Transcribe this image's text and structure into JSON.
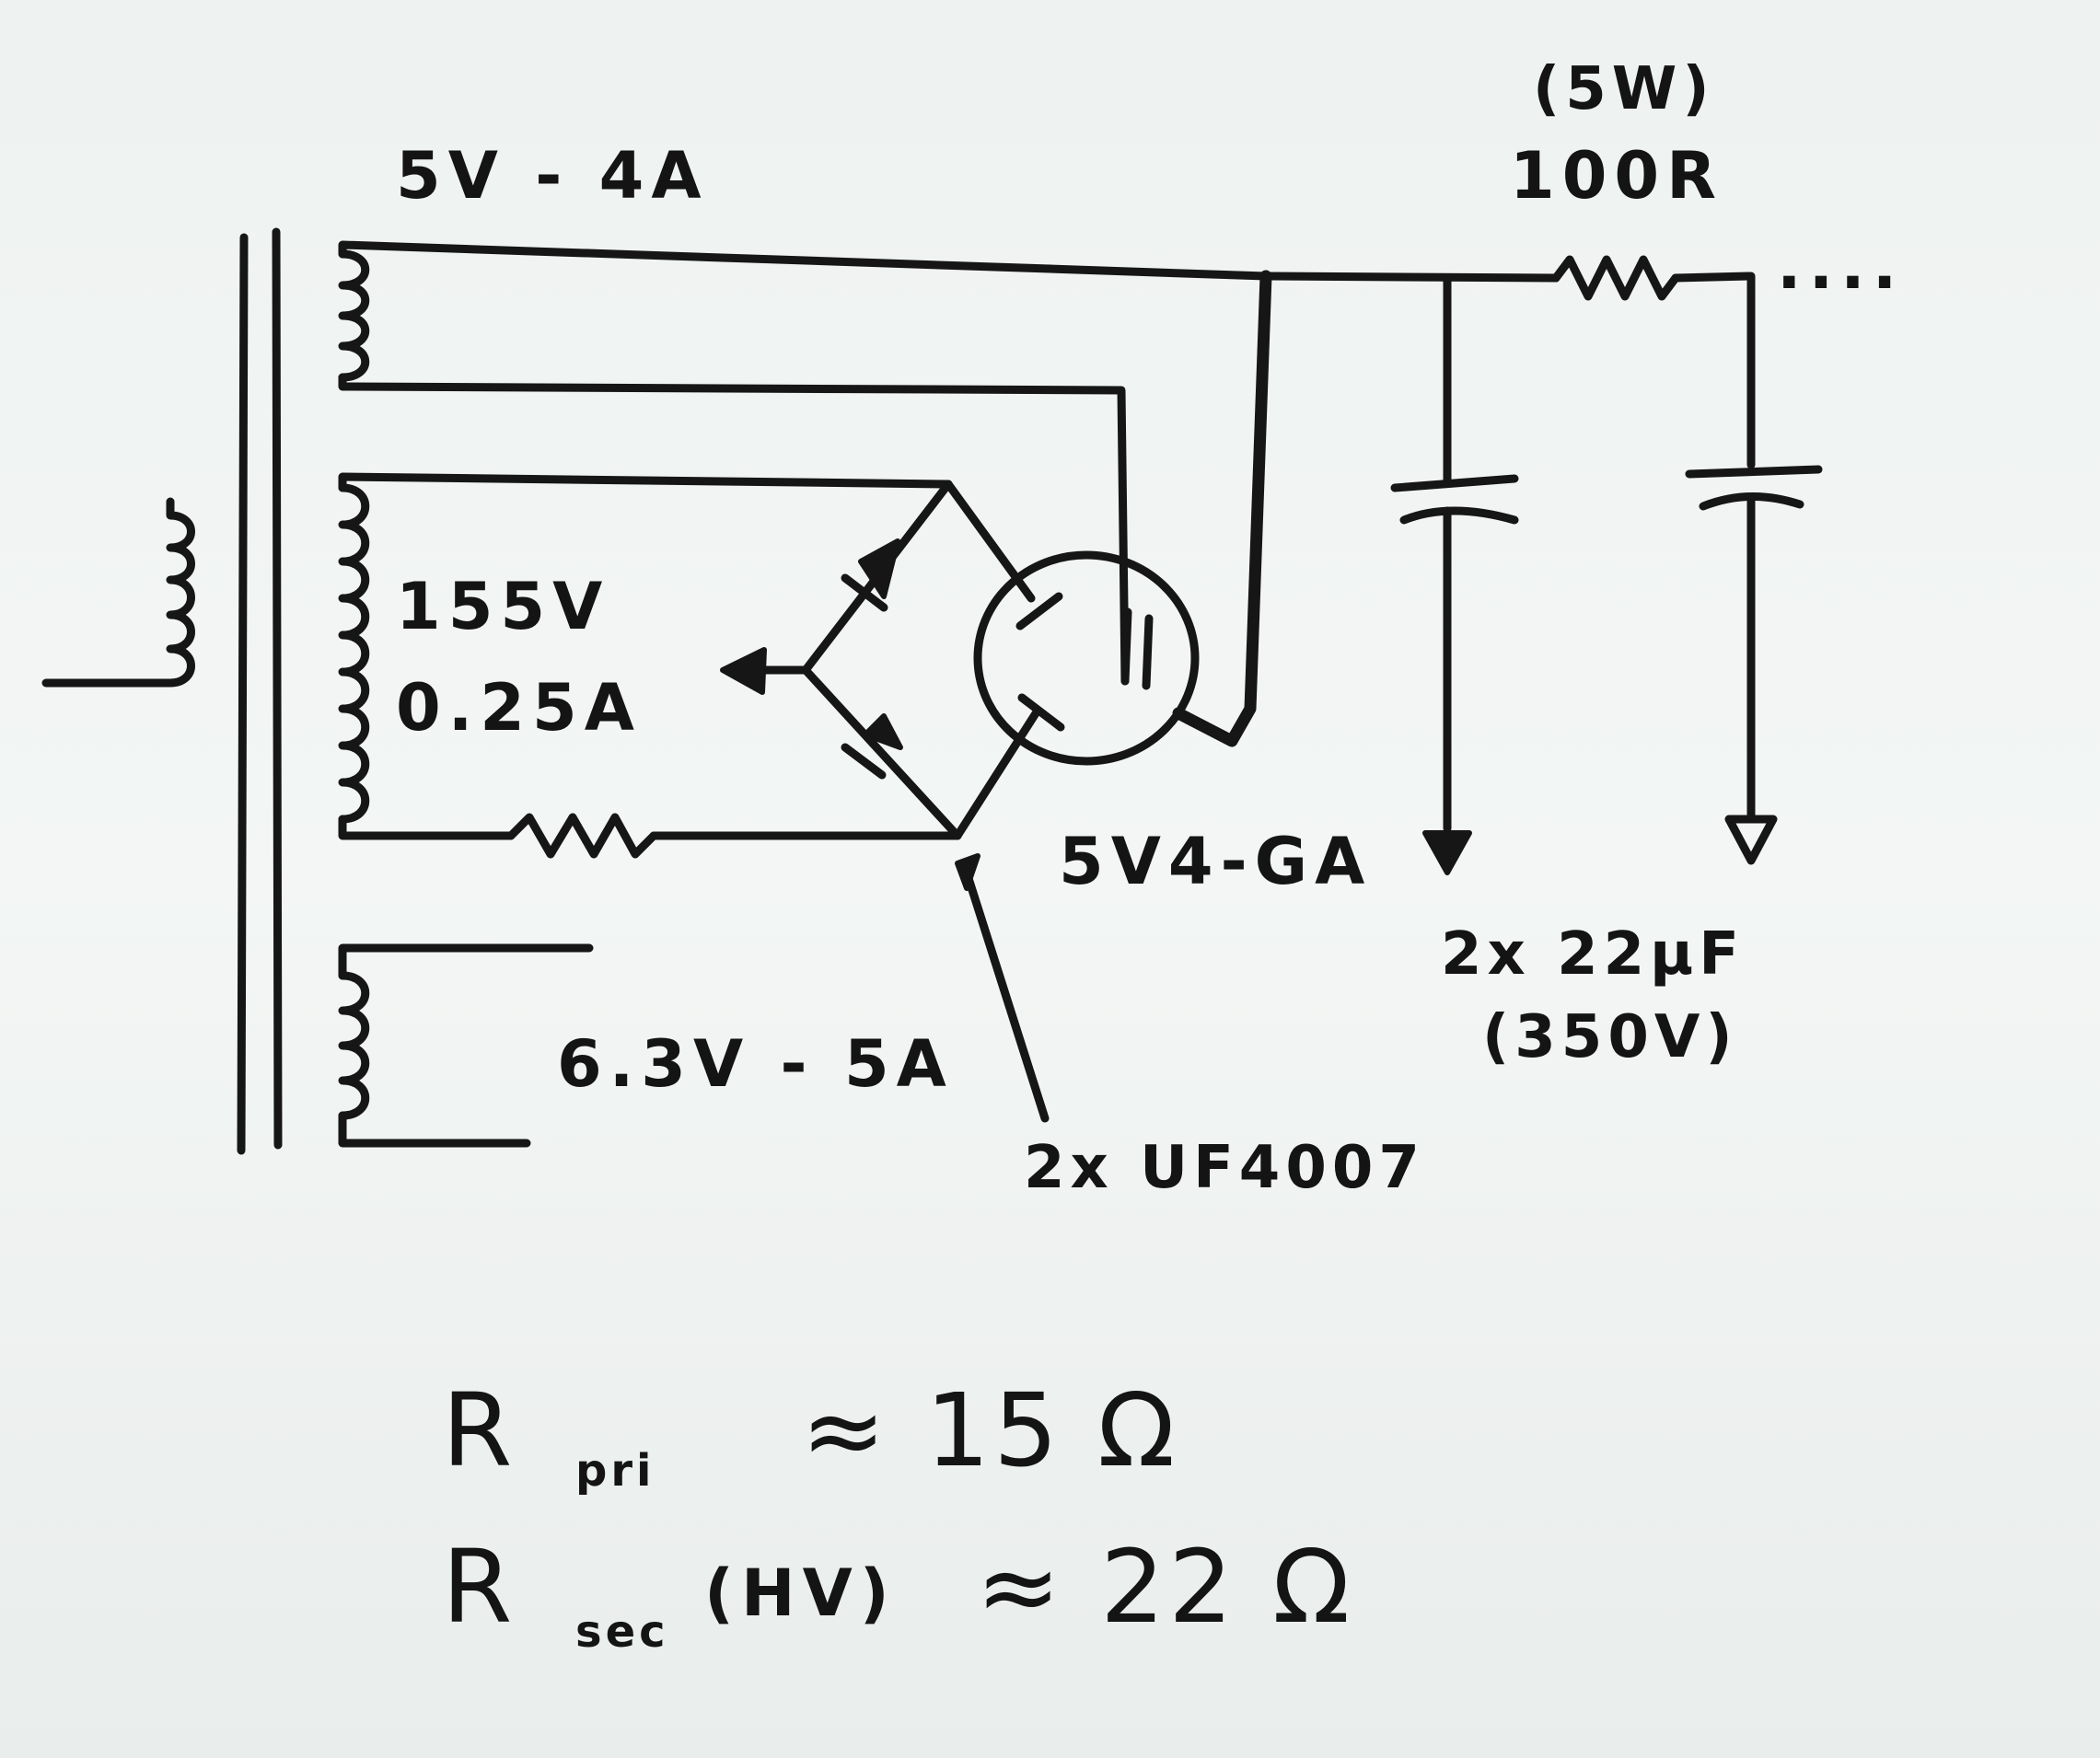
{
  "labels": {
    "w1_rating": "5V - 4A",
    "hv_voltage": "155V",
    "hv_current": "0.25A",
    "heater_rating": "6.3V - 5A",
    "rectifier_tube": "5V4-GA",
    "diodes": "2x UF4007",
    "res_power": "(5W)",
    "res_value": "100R",
    "caps": "2x 22µF",
    "cap_voltage": "(350V)",
    "continuation": "....",
    "rpri_sym": "R",
    "rpri_sub": "pri",
    "rpri_val": "≈ 15 Ω",
    "rsec_sym": "R",
    "rsec_sub": "sec",
    "rsec_paren": "(HV)",
    "rsec_val": "≈ 22 Ω"
  }
}
